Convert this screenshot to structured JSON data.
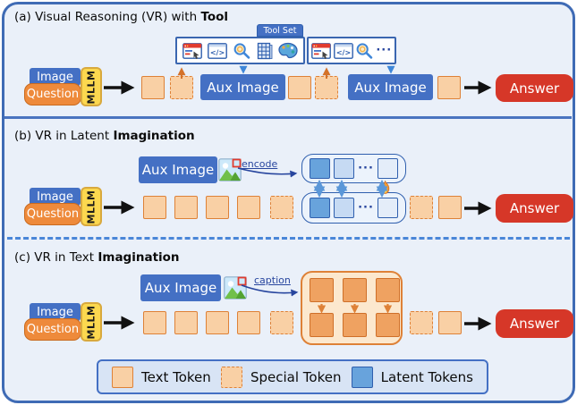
{
  "figure": {
    "panels": [
      {
        "label_prefix": "(a) Visual Reasoning (VR) with ",
        "label_bold": "Tool"
      },
      {
        "label_prefix": "(b) VR in Latent ",
        "label_bold": "Imagination"
      },
      {
        "label_prefix": "(c) VR in Text ",
        "label_bold": "Imagination"
      }
    ]
  },
  "labels": {
    "image": "Image",
    "question": "Question",
    "mllm": "MLLM",
    "aux_image": "Aux Image",
    "answer": "Answer",
    "tool_set": "Tool Set",
    "encode": "encode",
    "caption": "caption",
    "code_glyph": "</>",
    "more": "···",
    "dots": "···"
  },
  "legend": {
    "items": [
      {
        "key": "text",
        "label": "Text Token"
      },
      {
        "key": "special",
        "label": "Special Token"
      },
      {
        "key": "latent",
        "label": "Latent Tokens"
      }
    ]
  },
  "icons": {
    "toolbar": [
      "browser-icon",
      "code-icon",
      "search-icon",
      "calculator-icon",
      "palette-icon",
      "browser-icon",
      "code-icon",
      "search-icon",
      "more-ellipsis"
    ],
    "aux_image": "picture-icon",
    "trainable": "flame-icon"
  },
  "sequences": {
    "a": [
      "text",
      "special",
      "aux_image",
      "text",
      "special",
      "aux_image",
      "text",
      "arrow",
      "answer"
    ],
    "b": [
      "text",
      "text",
      "text",
      "text",
      "special",
      "latent_tokens_block_x2_bidirectional",
      "special",
      "text",
      "arrow",
      "answer"
    ],
    "c": [
      "text",
      "text",
      "text",
      "text",
      "special",
      "imagined_text_grid_2x3",
      "special",
      "text",
      "arrow",
      "answer"
    ]
  },
  "colors": {
    "frame_border": "#3f6bb5",
    "background": "#eaf0f9",
    "blue_box": "#4470c4",
    "question_orange": "#ee8a3b",
    "mllm_yellow": "#fcd84f",
    "text_token": "#f9d0a5",
    "token_border": "#de8137",
    "answer_red": "#d63728",
    "latent_token": "#68a3dc",
    "latent_border": "#2f5fae"
  }
}
